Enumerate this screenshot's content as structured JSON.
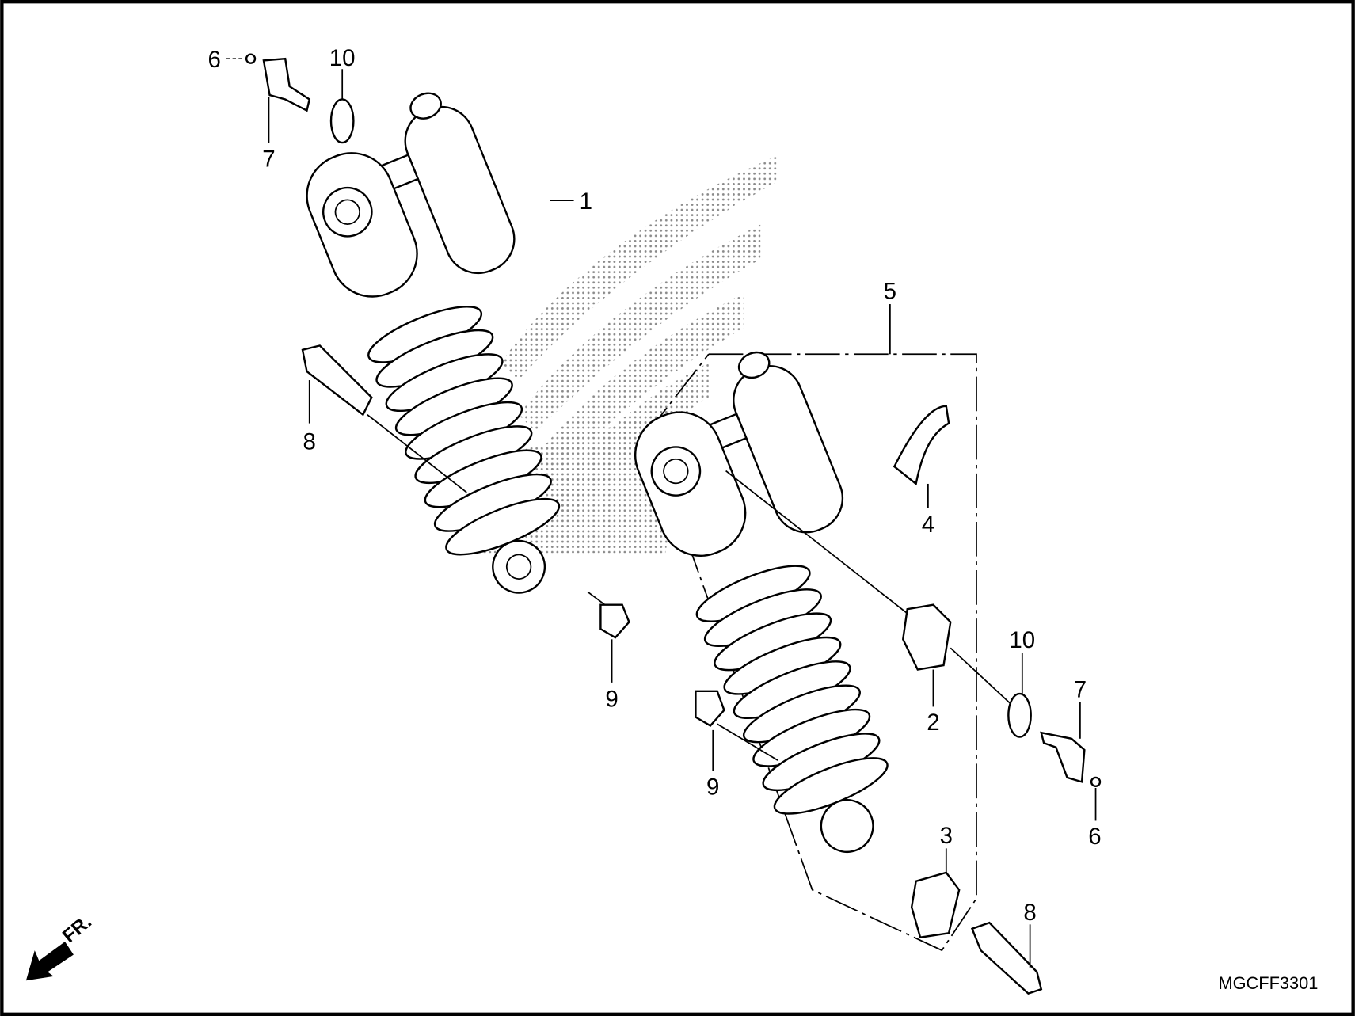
{
  "diagram": {
    "callouts": [
      "6",
      "7",
      "10",
      "1",
      "8",
      "9",
      "5",
      "4",
      "2",
      "10",
      "7",
      "6",
      "9",
      "3",
      "8"
    ],
    "diagram_code": "MGCFF3301",
    "front_indicator": "FR.",
    "colors": {
      "line": "#000000",
      "background": "#ffffff",
      "watermark": "#9a9a9a"
    }
  }
}
